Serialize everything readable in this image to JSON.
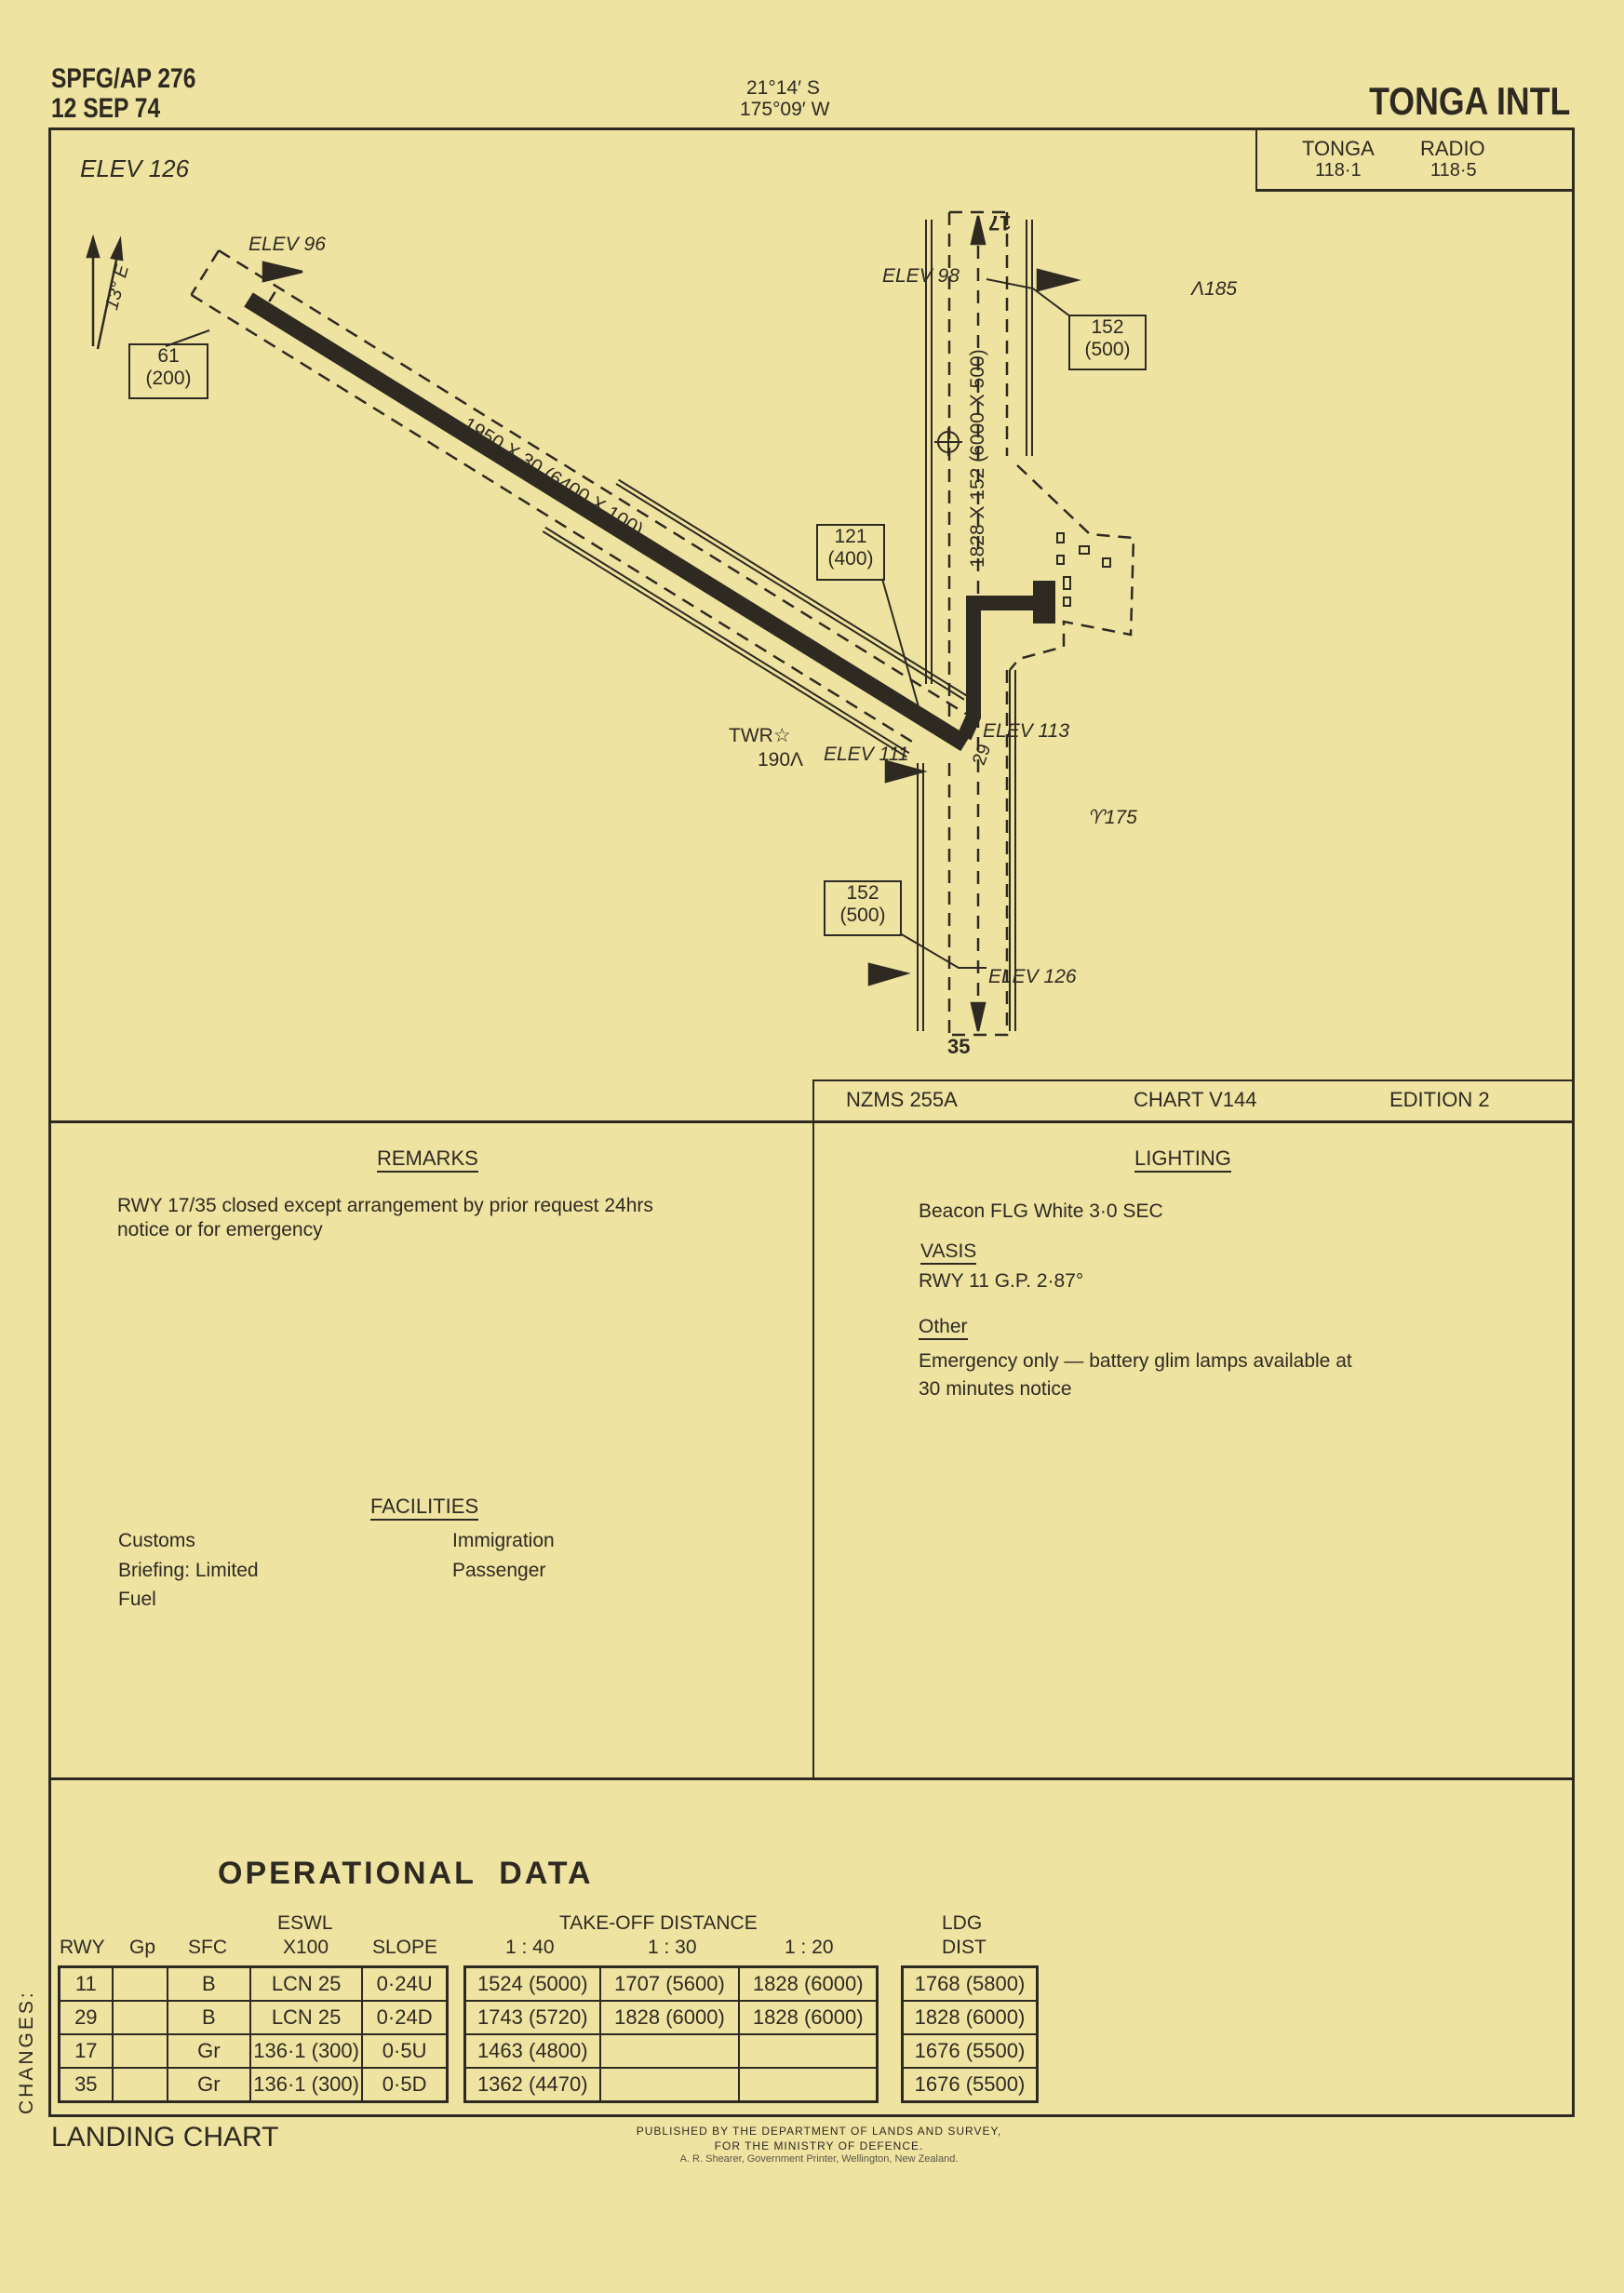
{
  "header": {
    "chart_id": "SPFG/AP 276",
    "date": "12 SEP 74",
    "lat": "21°14′ S",
    "lon": "175°09′ W",
    "title": "TONGA INTL"
  },
  "radio": {
    "name1": "TONGA",
    "name2": "RADIO",
    "freq1": "118·1",
    "freq2": "118·5"
  },
  "map": {
    "aerodrome_elev": "ELEV 126",
    "variation": "13° E",
    "elev_96": "ELEV 96",
    "box_61": {
      "m": "61",
      "ft": "(200)"
    },
    "rwy_11_29_dims": "1950 X 30 (6400 X 100)",
    "elev_98": "ELEV 98",
    "box_152_top": {
      "m": "152",
      "ft": "(500)"
    },
    "spot_185": "185",
    "rwy_17_35_dims": "1828 X 152 (6000 X 500)",
    "box_121": {
      "m": "121",
      "ft": "(400)"
    },
    "twr": "TWR",
    "twr_height": "190",
    "elev_111": "ELEV 111",
    "elev_113": "ELEV 113",
    "rwy_29": "29",
    "spot_175": "175",
    "box_152_bottom": {
      "m": "152",
      "ft": "(500)"
    },
    "elev_126_bottom": "ELEV 126",
    "rwy_35": "35",
    "rwy_17": "17"
  },
  "chart_info": {
    "series": "NZMS 255A",
    "chart": "CHART V144",
    "edition": "EDITION 2"
  },
  "remarks": {
    "heading": "REMARKS",
    "line1": "RWY 17/35 closed except arrangement by prior request 24hrs",
    "line2": "notice or for emergency"
  },
  "lighting": {
    "heading": "LIGHTING",
    "beacon": "Beacon FLG White 3·0 SEC",
    "vasis_heading": "VASIS",
    "vasis": "RWY 11  G.P. 2·87°",
    "other_heading": "Other",
    "other_line1": "Emergency only — battery glim lamps available at",
    "other_line2": "30 minutes notice"
  },
  "facilities": {
    "heading": "FACILITIES",
    "left": [
      "Customs",
      "Briefing: Limited",
      "Fuel"
    ],
    "right": [
      "Immigration",
      "Passenger"
    ]
  },
  "ops": {
    "title": "OPERATIONAL  DATA",
    "h_eswl": "ESWL",
    "h_tod": "TAKE-OFF DISTANCE",
    "h_ldg": "LDG",
    "cols": [
      "RWY",
      "Gp",
      "SFC",
      "X100",
      "SLOPE",
      "1 : 40",
      "1 : 30",
      "1 : 20",
      "DIST"
    ],
    "rows": [
      {
        "rwy": "11",
        "gp": "",
        "sfc": "B",
        "eswl": "LCN 25",
        "slope": "0·24U",
        "t40": "1524 (5000)",
        "t30": "1707 (5600)",
        "t20": "1828 (6000)",
        "ldg": "1768 (5800)"
      },
      {
        "rwy": "29",
        "gp": "",
        "sfc": "B",
        "eswl": "LCN 25",
        "slope": "0·24D",
        "t40": "1743 (5720)",
        "t30": "1828 (6000)",
        "t20": "1828 (6000)",
        "ldg": "1828 (6000)"
      },
      {
        "rwy": "17",
        "gp": "",
        "sfc": "Gr",
        "eswl": "136·1 (300)",
        "slope": "0·5U",
        "t40": "1463 (4800)",
        "t30": "",
        "t20": "",
        "ldg": "1676 (5500)"
      },
      {
        "rwy": "35",
        "gp": "",
        "sfc": "Gr",
        "eswl": "136·1 (300)",
        "slope": "0·5D",
        "t40": "1362 (4470)",
        "t30": "",
        "t20": "",
        "ldg": "1676 (5500)"
      }
    ]
  },
  "footer": {
    "changes": "CHANGES:",
    "chart_type": "LANDING CHART",
    "pub1": "PUBLISHED BY THE DEPARTMENT OF LANDS AND SURVEY,",
    "pub2": "FOR THE MINISTRY OF DEFENCE.",
    "pub3": "A. R. Shearer, Government Printer, Wellington, New Zealand."
  }
}
